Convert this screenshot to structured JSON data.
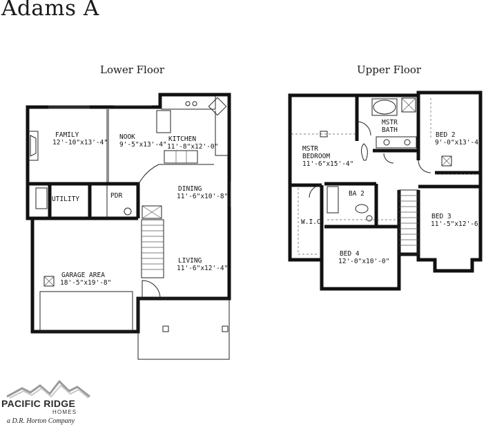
{
  "title": "Adams A",
  "floors": {
    "lower": "Lower Floor",
    "upper": "Upper Floor"
  },
  "lower_rooms": {
    "family": {
      "name": "FAMILY",
      "size": "12'-10\"x13'-4\""
    },
    "nook": {
      "name": "NOOK",
      "size": "9'-5\"x13'-4\""
    },
    "kitchen": {
      "name": "KITCHEN",
      "size": "11'-8\"x12'-0\""
    },
    "dining": {
      "name": "DINING",
      "size": "11'-6\"x10'-8\""
    },
    "living": {
      "name": "LIVING",
      "size": "11'-6\"x12'-4\""
    },
    "utility": {
      "name": "UTILITY"
    },
    "pdr": {
      "name": "PDR"
    },
    "garage": {
      "name": "GARAGE AREA",
      "size": "18'-5\"x19'-8\""
    }
  },
  "upper_rooms": {
    "mstr_bedroom": {
      "name1": "MSTR",
      "name2": "BEDROOM",
      "size": "11'-6\"x15'-4\""
    },
    "mstr_bath": {
      "name1": "MSTR",
      "name2": "BATH"
    },
    "bed2": {
      "name": "BED 2",
      "size": "9'-0\"x13'-4\""
    },
    "bed3": {
      "name": "BED 3",
      "size": "11'-5\"x12'-6\""
    },
    "bed4": {
      "name": "BED 4",
      "size": "12'-0\"x10'-0\""
    },
    "ba2": {
      "name": "BA 2"
    },
    "wic": {
      "name": "W.I.C."
    }
  },
  "brand": {
    "name": "PACIFIC RIDGE",
    "sub": "HOMES",
    "tagline": "a D.R. Horton Company"
  }
}
